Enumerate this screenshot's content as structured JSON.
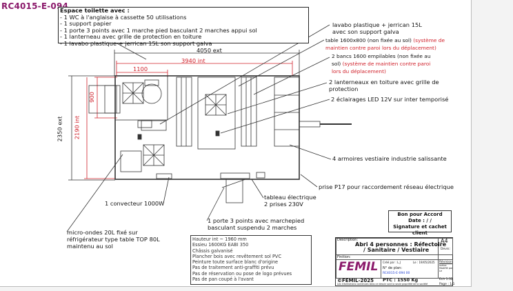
{
  "ref": "RC4015-E-094",
  "note": {
    "title": "Espace toilette avec :",
    "items": [
      "- 1 WC à l'anglaise à cassette 50 utilisations",
      "- 1 support papier",
      "- 1 porte 3 points avec 1 marche pied basculant 2 marches appui sol",
      "- 1 lanterneau avec grille de protection en toiture",
      "- 1 lavabo plastique + jerrican 15L son support galva"
    ]
  },
  "dims": {
    "ext_length": "4050 ext",
    "int_length": "3940 int",
    "toilet_length": "1100",
    "ext_width": "2350 ext",
    "int_width": "2190 int",
    "toilet_width": "900"
  },
  "labels": {
    "lavabo_1": "lavabo plastique + jerrican 15L",
    "lavabo_2": "avec son support galva",
    "table_1": "table 1600x800 (non fixée au sol)",
    "table_1_red": " (système de",
    "table_2_red": "maintien contre paroi lors du déplacement)",
    "bancs_1": "2 bancs 1600 empilables (non fixée au",
    "bancs_2": "sol)",
    "bancs_2_red": " (système de maintien contre paroi",
    "bancs_3_red": "lors du déplacement)",
    "lanterneaux_1": "2 lanterneaux en toiture avec grille de",
    "lanterneaux_2": "protection",
    "eclairages": "2 éclairages LED 12V sur inter temporisé",
    "armoires": "4 armoires vestiaire industrie salissante",
    "prise": "prise P17 pour raccordement réseau électrique",
    "tableau_1": "tableau électrique",
    "tableau_2": "2 prises 230V",
    "convecteur": "1 convecteur 1000W",
    "porte_1": "1 porte 3 points avec marchepied",
    "porte_2": "basculant suspendu 2 marches",
    "micro_1": "micro-ondes 20L fixé sur",
    "micro_2": "réfrigérateur type table TOP 80L",
    "micro_3": "maintenu au sol"
  },
  "spec": [
    "Hauteur int ~ 1960 mm",
    "Essieu 1600KG EABI 350",
    "Châssis galvanisé",
    "Plancher bois avec revêtement sol PVC",
    "Peinture toute surface blanc d'origine",
    "Pas de traitement anti-graffiti prévu",
    "Pas de réservation ou pose de logo prévues",
    "Pas de pan coupé à l'avant"
  ],
  "accord": {
    "line1": "Bon pour Accord",
    "line2": "Date :   /   /",
    "line3": "Signature et cachet client"
  },
  "title_block": {
    "description_label": "Description:",
    "description_1": "Abri 4 personnes : Réfectoire",
    "description_2": "/ Sanitaire / Vestiaire",
    "format": "A4",
    "devis": "Devis:",
    "finition": "Finition:",
    "brand": "FEMIL",
    "cree_par": "Créé par : L.J",
    "le": "Le : 19/05/2025",
    "revision": "Révision",
    "plan_label": "N° de plan:",
    "plan_no": "RC4015-E-094 00",
    "ptc": "PTC : 1550 Kg",
    "copyright": "©FEMIL-2025",
    "echelle": "Ech 1:32",
    "page": "Page : 1/1",
    "disclaimer": "Les informations contenues dans ce dessin sont la seule propriété de la société",
    "rev_lines": [
      "Indice",
      "Modifié par",
      "Le"
    ]
  },
  "colors": {
    "brand": "#8b1a6b",
    "dim_red": "#d0202a"
  }
}
